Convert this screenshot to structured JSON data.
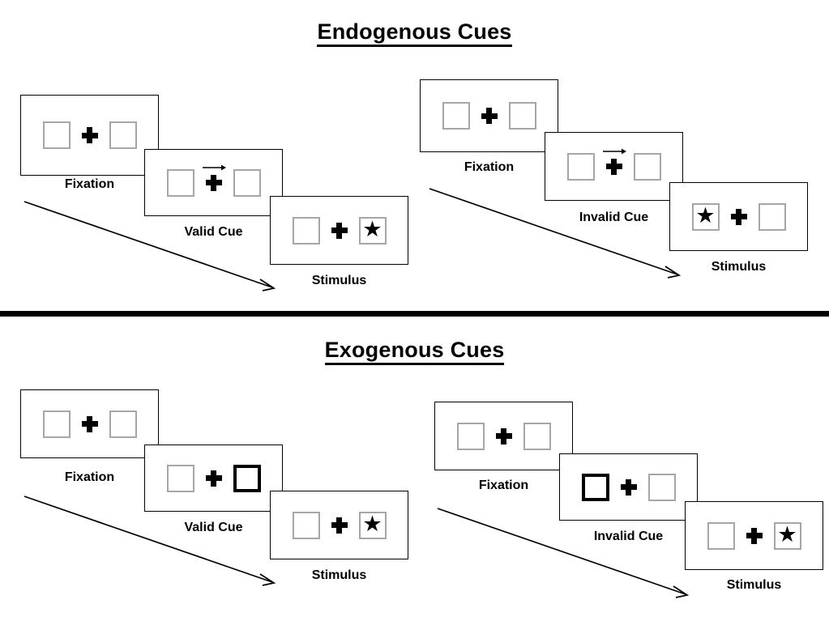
{
  "figure": {
    "title_endogenous": "Endogenous Cues",
    "title_exogenous": "Exogenous Cues",
    "colors": {
      "frame": "#000000",
      "box_border": "#a6a6a6",
      "cued_box_border": "#000000",
      "background": "#ffffff",
      "divider": "#000000"
    },
    "glyphs": {
      "star": "★",
      "cross": "fixation-cross-plus",
      "cue_arrow": "right-arrow"
    }
  },
  "sections": [
    {
      "id": "endogenous",
      "title": "Endogenous Cues",
      "cue_type": "central symbolic arrow",
      "sequences": [
        {
          "id": "endogenous-valid",
          "condition": "Valid Cue",
          "panels": [
            {
              "label": "Fixation",
              "left_box": {
                "cued": false,
                "star": false
              },
              "right_box": {
                "cued": false,
                "star": false
              },
              "arrow": false
            },
            {
              "label": "Valid Cue",
              "left_box": {
                "cued": false,
                "star": false
              },
              "right_box": {
                "cued": false,
                "star": false
              },
              "arrow": true,
              "arrow_direction": "right"
            },
            {
              "label": "Stimulus",
              "left_box": {
                "cued": false,
                "star": false
              },
              "right_box": {
                "cued": false,
                "star": true
              },
              "arrow": false
            }
          ]
        },
        {
          "id": "endogenous-invalid",
          "condition": "Invalid Cue",
          "panels": [
            {
              "label": "Fixation",
              "left_box": {
                "cued": false,
                "star": false
              },
              "right_box": {
                "cued": false,
                "star": false
              },
              "arrow": false
            },
            {
              "label": "Invalid Cue",
              "left_box": {
                "cued": false,
                "star": false
              },
              "right_box": {
                "cued": false,
                "star": false
              },
              "arrow": true,
              "arrow_direction": "right"
            },
            {
              "label": "Stimulus",
              "left_box": {
                "cued": false,
                "star": true
              },
              "right_box": {
                "cued": false,
                "star": false
              },
              "arrow": false
            }
          ]
        }
      ]
    },
    {
      "id": "exogenous",
      "title": "Exogenous Cues",
      "cue_type": "peripheral box flash",
      "sequences": [
        {
          "id": "exogenous-valid",
          "condition": "Valid Cue",
          "panels": [
            {
              "label": "Fixation",
              "left_box": {
                "cued": false,
                "star": false
              },
              "right_box": {
                "cued": false,
                "star": false
              },
              "arrow": false
            },
            {
              "label": "Valid Cue",
              "left_box": {
                "cued": false,
                "star": false
              },
              "right_box": {
                "cued": true,
                "star": false
              },
              "arrow": false
            },
            {
              "label": "Stimulus",
              "left_box": {
                "cued": false,
                "star": false
              },
              "right_box": {
                "cued": false,
                "star": true
              },
              "arrow": false
            }
          ]
        },
        {
          "id": "exogenous-invalid",
          "condition": "Invalid Cue",
          "panels": [
            {
              "label": "Fixation",
              "left_box": {
                "cued": false,
                "star": false
              },
              "right_box": {
                "cued": false,
                "star": false
              },
              "arrow": false
            },
            {
              "label": "Invalid Cue",
              "left_box": {
                "cued": true,
                "star": false
              },
              "right_box": {
                "cued": false,
                "star": false
              },
              "arrow": false
            },
            {
              "label": "Stimulus",
              "left_box": {
                "cued": false,
                "star": false
              },
              "right_box": {
                "cued": false,
                "star": true
              },
              "arrow": false
            }
          ]
        }
      ]
    }
  ],
  "labels": {
    "fixation": "Fixation",
    "valid_cue": "Valid Cue",
    "invalid_cue": "Invalid Cue",
    "stimulus": "Stimulus"
  }
}
